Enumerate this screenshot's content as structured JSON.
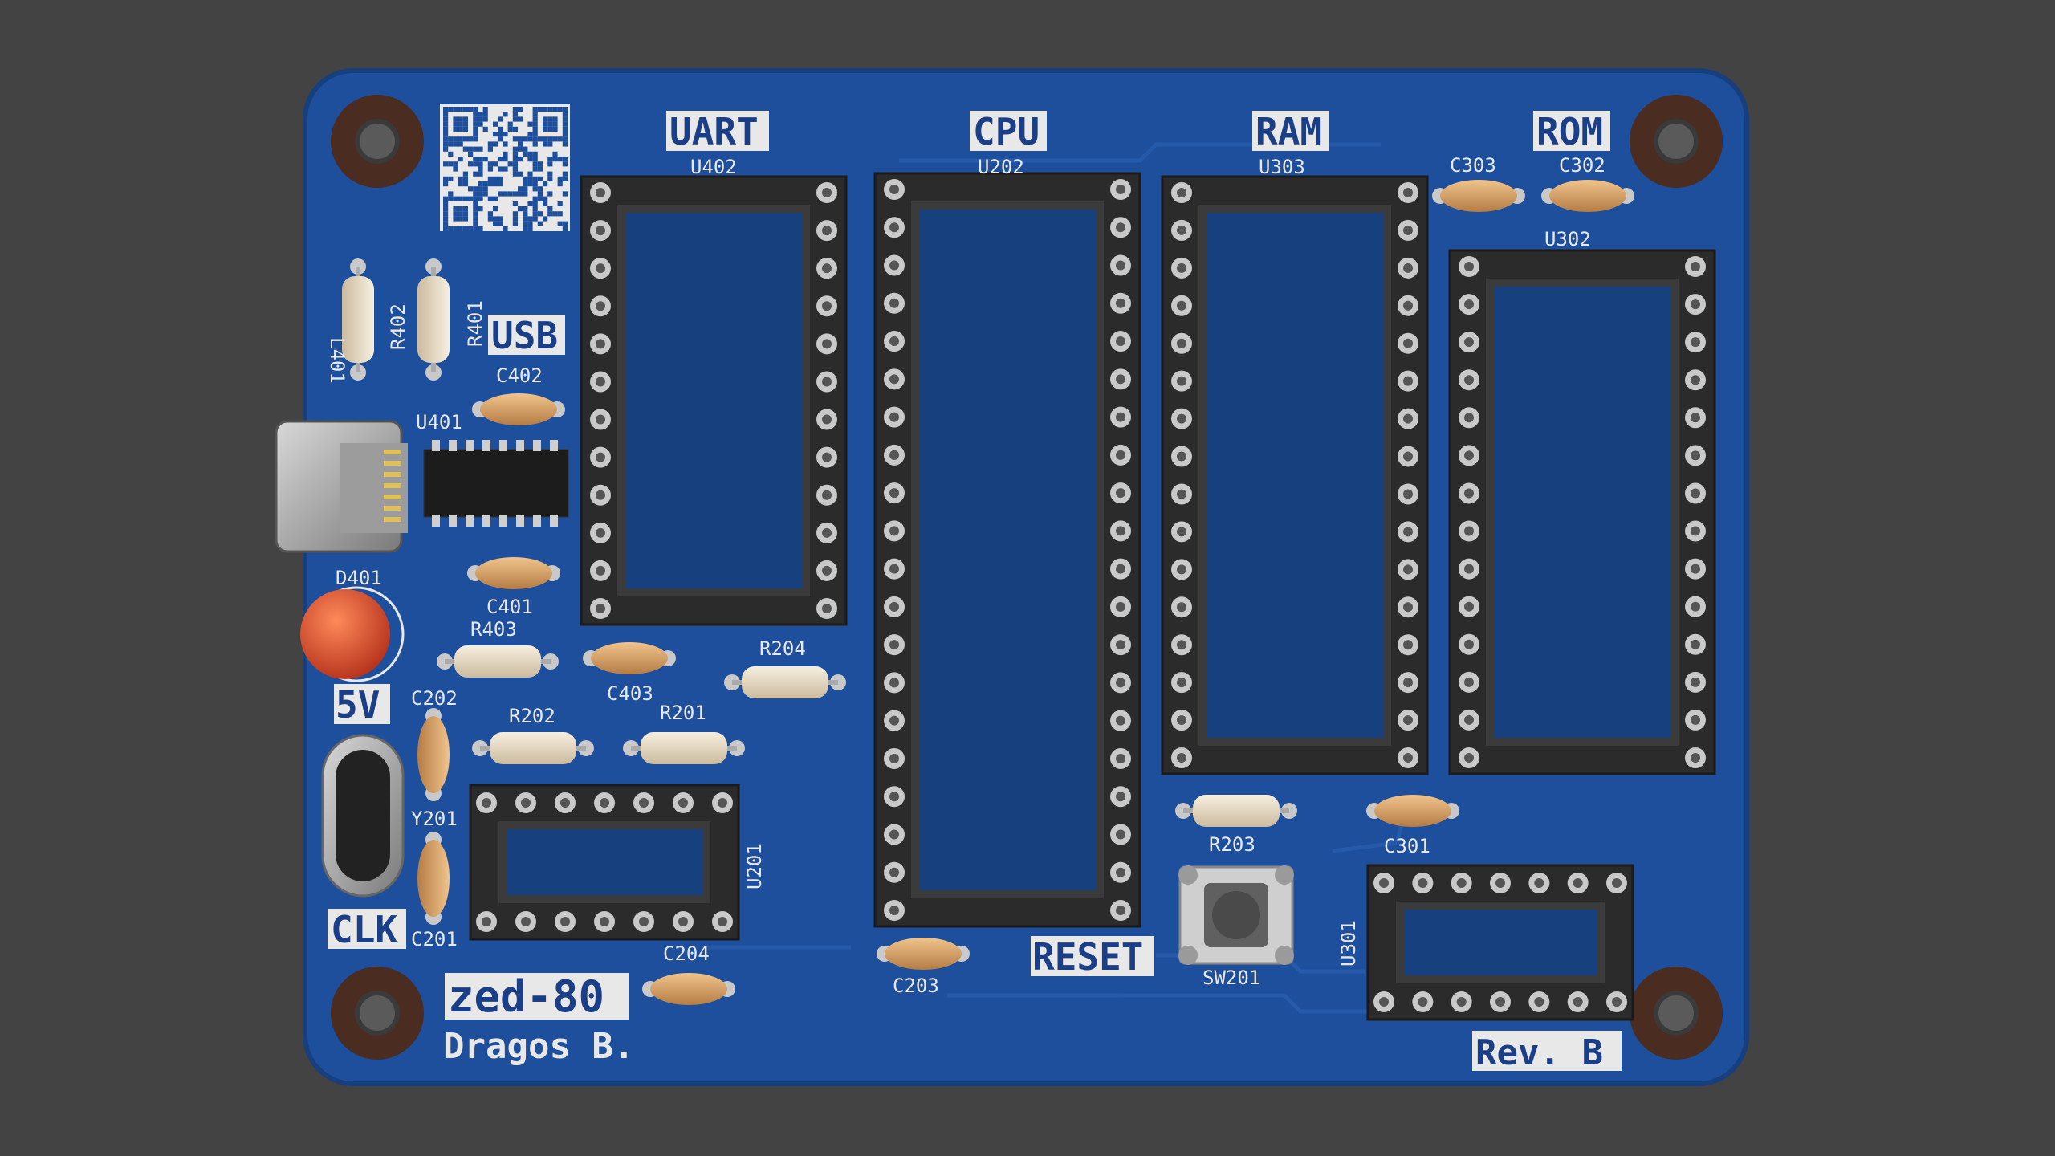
{
  "board": {
    "name": "zed-80",
    "author": "Dragos B.",
    "revision": "Rev. B"
  },
  "colors": {
    "background": "#434343",
    "pcb": "#1d4f9c",
    "silkscreen": "#e8e8e8",
    "socket": "#2b2b2b",
    "pad": "#c9c9c9",
    "mounting_hole": "#4a2c20",
    "capacitor": "#d6a066",
    "resistor": "#e9dcc4",
    "led": "#d24a22"
  },
  "labels": {
    "uart": "UART",
    "cpu": "CPU",
    "ram": "RAM",
    "rom": "ROM",
    "usb": "USB",
    "power": "5V",
    "clock": "CLK",
    "reset": "RESET"
  },
  "refs": {
    "u402": "U402",
    "u202": "U202",
    "u303": "U303",
    "u302": "U302",
    "c303": "C303",
    "c302": "C302",
    "r402": "R402",
    "r401": "R401",
    "l401": "L401",
    "c402": "C402",
    "u401": "U401",
    "c401": "C401",
    "d401": "D401",
    "r403": "R403",
    "c403": "C403",
    "r204": "R204",
    "c202": "C202",
    "r202": "R202",
    "r201": "R201",
    "y201": "Y201",
    "u201": "U201",
    "c201": "C201",
    "c204": "C204",
    "c203": "C203",
    "r203": "R203",
    "c301": "C301",
    "sw201": "SW201",
    "u301": "U301"
  },
  "icons": {
    "qr_code": "qr-code-icon",
    "usb_connector": "usb-c-connector-icon",
    "mounting_hole": "mounting-hole-icon"
  }
}
